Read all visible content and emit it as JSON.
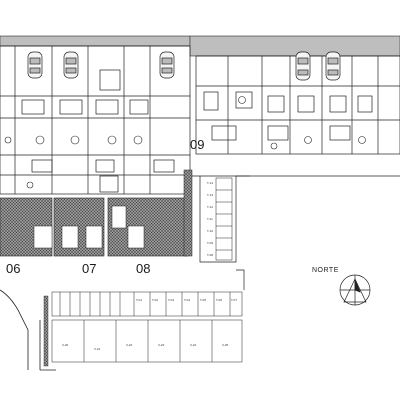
{
  "units": {
    "u06": "06",
    "u07": "07",
    "u08": "08",
    "u09": "09"
  },
  "north_label": "NORTE",
  "side_stalls": [
    "T-14",
    "T-13",
    "T-12",
    "T-11",
    "T-10",
    "T-09",
    "T-08"
  ],
  "top_stalls": [
    "T-01",
    "T-02",
    "T-03",
    "T-04",
    "T-05",
    "T-06",
    "T-07"
  ],
  "bottom_stalls": [
    "V-20",
    "V-21",
    "V-22",
    "V-23",
    "V-24",
    "V-25"
  ]
}
